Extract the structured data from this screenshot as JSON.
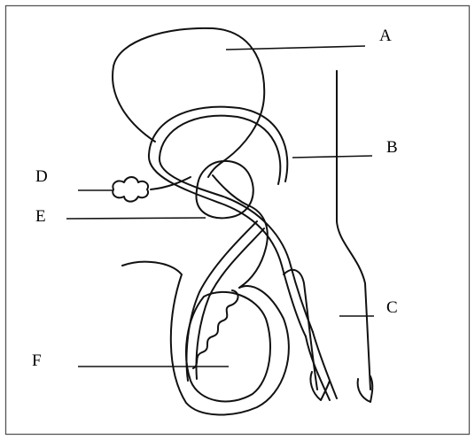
{
  "labels": {
    "a": "A",
    "b": "B",
    "c": "C",
    "d": "D",
    "e": "E",
    "f": "F"
  },
  "colors": {
    "line": "#111111",
    "background": "#ffffff",
    "border": "#555555"
  }
}
